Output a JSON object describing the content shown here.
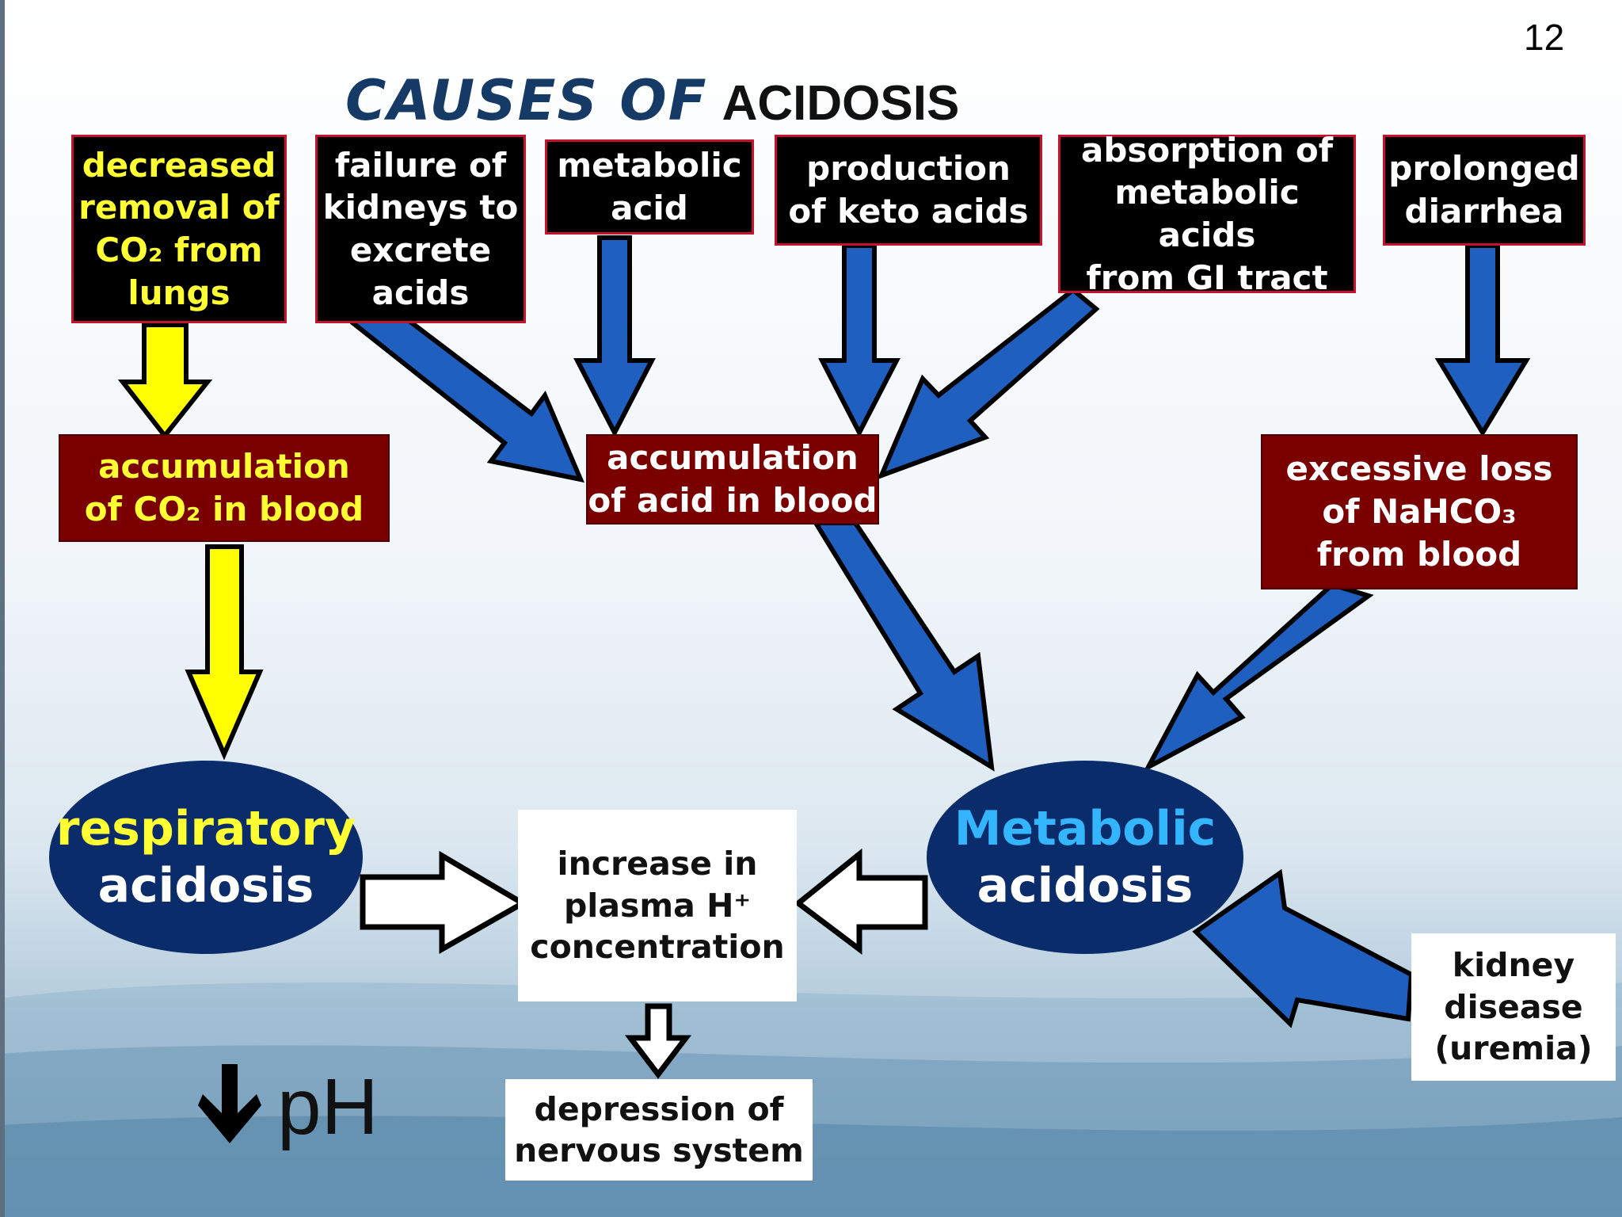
{
  "page_number": "12",
  "title": {
    "part1": "CAUSES OF",
    "part2": "ACIDOSIS"
  },
  "causes": [
    {
      "lines": [
        "decreased",
        "removal of",
        "CO₂ from",
        "lungs"
      ]
    },
    {
      "lines": [
        "failure of",
        "kidneys to",
        "excrete",
        "acids"
      ]
    },
    {
      "lines": [
        "metabolic",
        "acid"
      ]
    },
    {
      "lines": [
        "production",
        "of keto acids"
      ]
    },
    {
      "lines": [
        "absorption of",
        "metabolic acids",
        "from GI tract"
      ]
    },
    {
      "lines": [
        "prolonged",
        "diarrhea"
      ]
    }
  ],
  "accumulations": {
    "co2": [
      "accumulation",
      "of CO₂ in blood"
    ],
    "acid": [
      "accumulation",
      "of acid in blood"
    ],
    "bicarb": [
      "excessive loss",
      "of NaHCO₃",
      "from blood"
    ]
  },
  "respiratory": {
    "line1": "respiratory",
    "line2": "acidosis"
  },
  "metabolic": {
    "line1": "Metabolic",
    "line2": "acidosis"
  },
  "plasma": [
    "increase in",
    "plasma H⁺",
    "concentration"
  ],
  "depression": [
    "depression of",
    "nervous system"
  ],
  "kidney": [
    "kidney",
    "disease",
    "(uremia)"
  ],
  "ph_label": "pH",
  "colors": {
    "blue_arrow": "#1f5fbf",
    "yellow_arrow": "#ffff00",
    "cause_box": "#000000",
    "cause_border": "#c4122f",
    "accumulation_box": "#7a0000",
    "ellipse": "#0b2c6b",
    "respiratory_text": "#ffff33",
    "metabolic_text": "#33b5ff"
  }
}
